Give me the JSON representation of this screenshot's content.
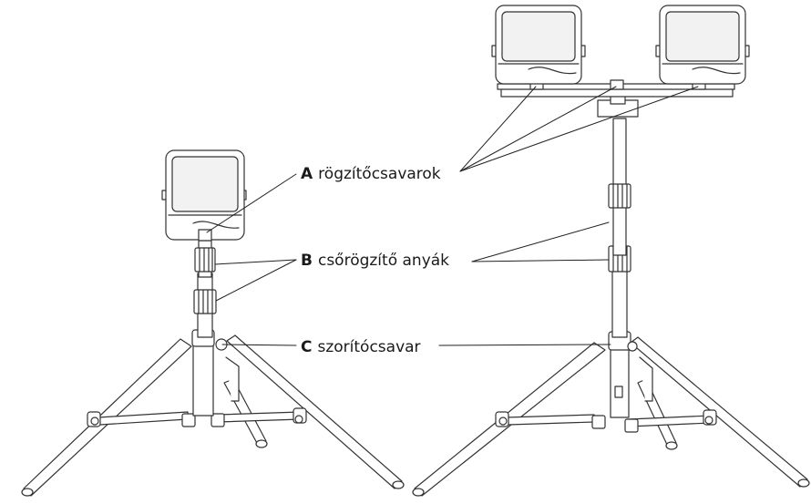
{
  "labels": {
    "a": {
      "letter": "A",
      "text": "rögzítőcsavarok"
    },
    "b": {
      "letter": "B",
      "text": "csőrögzítő anyák"
    },
    "c": {
      "letter": "C",
      "text": "szorítócsavar"
    }
  },
  "colors": {
    "stroke": "#333333",
    "light": "#ffffff",
    "panel": "#f2f2f2",
    "text": "#1a1a1a"
  }
}
